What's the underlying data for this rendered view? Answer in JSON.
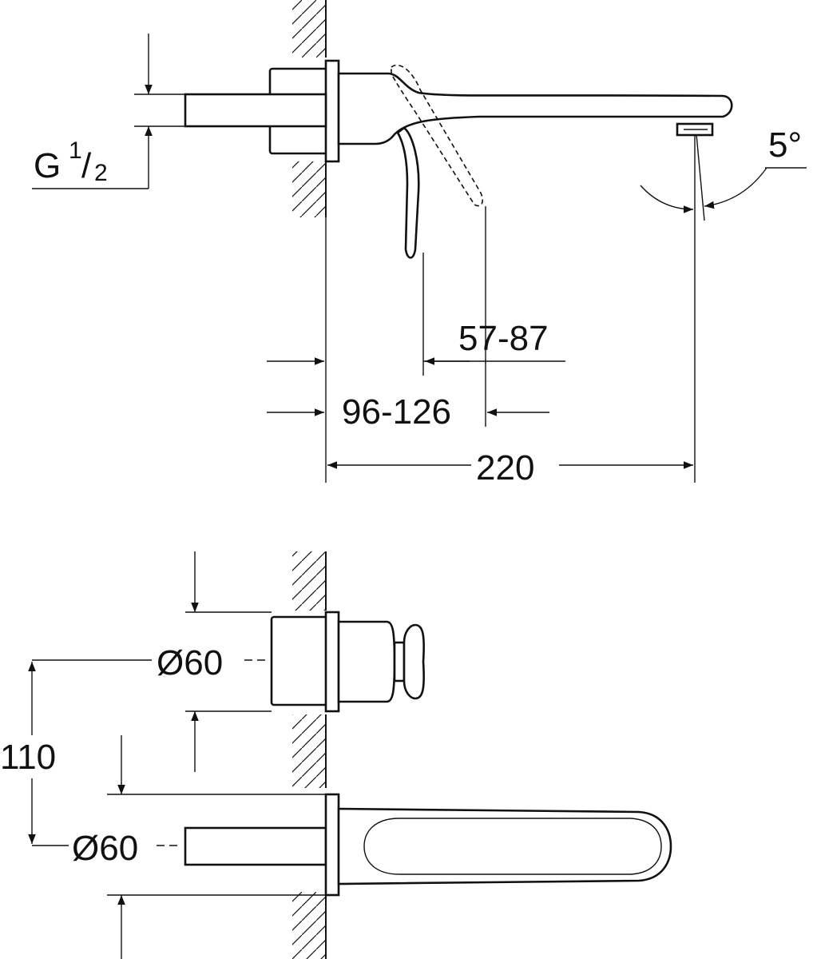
{
  "dimensions": {
    "thread": {
      "main": "G",
      "numerator": "1",
      "slash": "/",
      "denominator": "2"
    },
    "angle": "5°",
    "lever_range": "57-87",
    "depth_range": "96-126",
    "projection": "220",
    "diameter_top": "Ø60",
    "centre_distance": "110",
    "diameter_bottom": "Ø60"
  }
}
